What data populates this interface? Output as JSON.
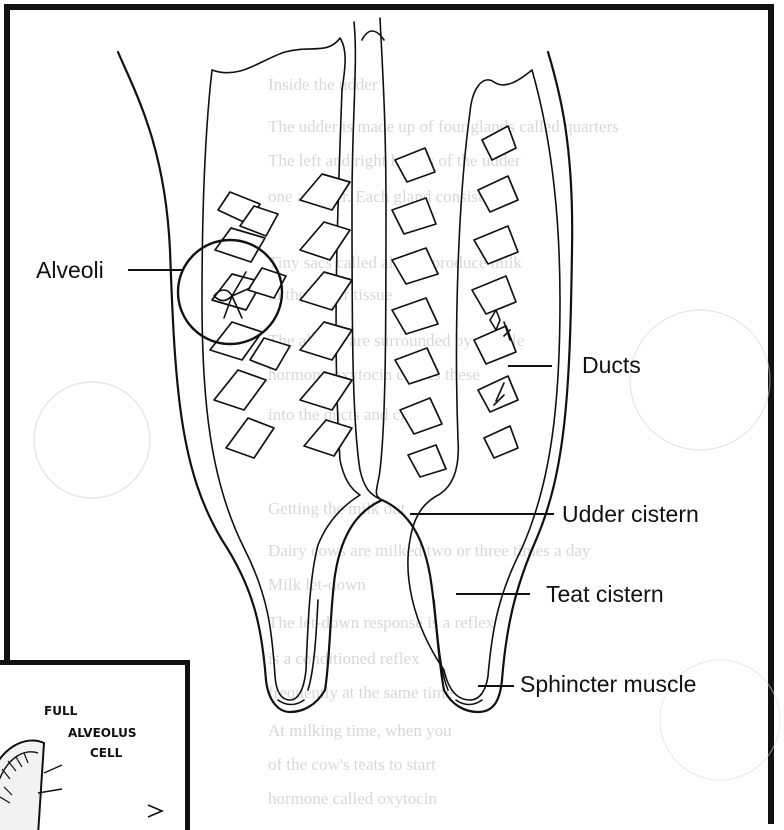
{
  "labels": {
    "alveoli": "Alveoli",
    "ducts": "Ducts",
    "udder_cistern": "Udder cistern",
    "teat_cistern": "Teat cistern",
    "sphincter_muscle": "Sphincter muscle"
  },
  "inset": {
    "line1": "FULL",
    "line2": "ALVEOLUS",
    "line3": "CELL"
  }
}
